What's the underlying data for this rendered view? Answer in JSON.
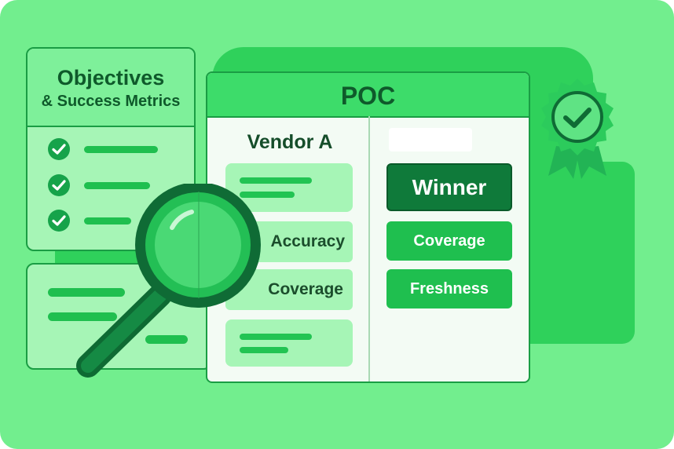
{
  "objectives_card": {
    "title": "Objectives",
    "subtitle": "& Success Metrics"
  },
  "poc_panel": {
    "title": "POC",
    "vendor_label": "Vendor A",
    "left_items": [
      "Accuracy",
      "Coverage"
    ],
    "winner_label": "Winner",
    "right_items": [
      "Coverage",
      "Freshness"
    ]
  },
  "colors": {
    "background": "#72ee8e",
    "accent": "#2fd15b",
    "dark_green": "#0f6b35",
    "text_dark": "#0f5a2b"
  },
  "icons": [
    "check-circle-icon",
    "magnifier-icon",
    "award-badge-icon"
  ]
}
